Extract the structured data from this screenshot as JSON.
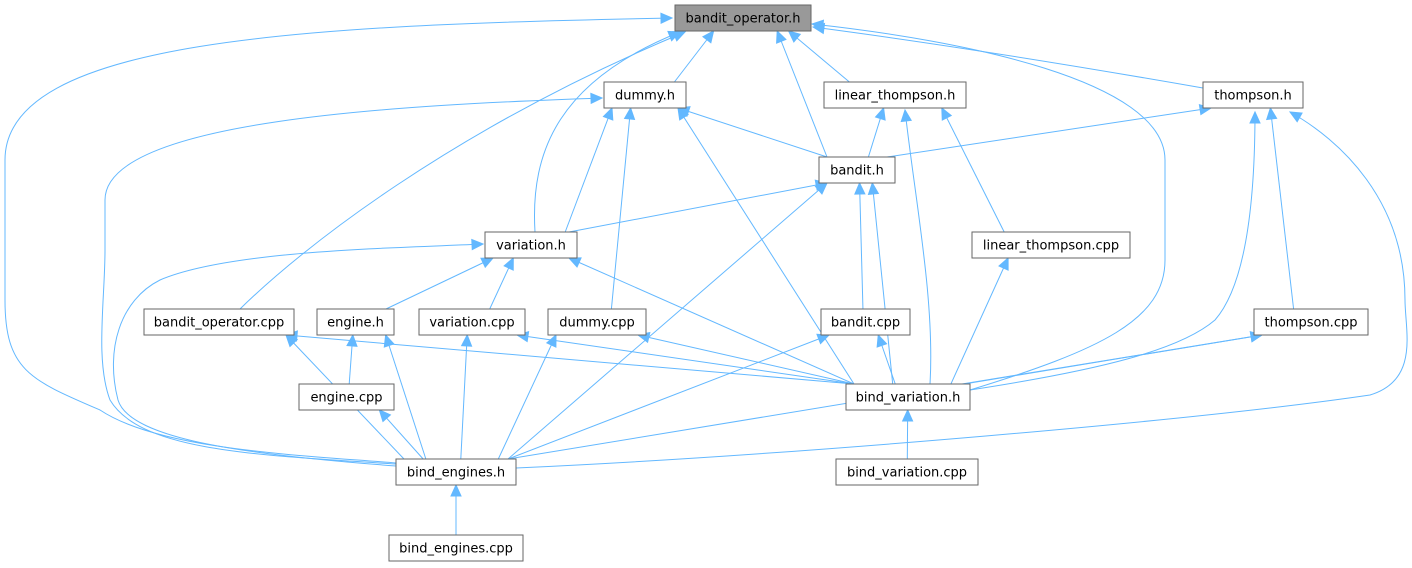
{
  "diagram": {
    "nodes": [
      {
        "id": "bandit_operator_h",
        "label": "bandit_operator.h",
        "highlight": true
      },
      {
        "id": "dummy_h",
        "label": "dummy.h"
      },
      {
        "id": "linear_thompson_h",
        "label": "linear_thompson.h"
      },
      {
        "id": "thompson_h",
        "label": "thompson.h"
      },
      {
        "id": "bandit_h",
        "label": "bandit.h"
      },
      {
        "id": "variation_h",
        "label": "variation.h"
      },
      {
        "id": "linear_thompson_cpp",
        "label": "linear_thompson.cpp"
      },
      {
        "id": "bandit_operator_cpp",
        "label": "bandit_operator.cpp"
      },
      {
        "id": "engine_h",
        "label": "engine.h"
      },
      {
        "id": "variation_cpp",
        "label": "variation.cpp"
      },
      {
        "id": "dummy_cpp",
        "label": "dummy.cpp"
      },
      {
        "id": "bandit_cpp",
        "label": "bandit.cpp"
      },
      {
        "id": "thompson_cpp",
        "label": "thompson.cpp"
      },
      {
        "id": "engine_cpp",
        "label": "engine.cpp"
      },
      {
        "id": "bind_variation_h",
        "label": "bind_variation.h"
      },
      {
        "id": "bind_engines_h",
        "label": "bind_engines.h"
      },
      {
        "id": "bind_variation_cpp",
        "label": "bind_variation.cpp"
      },
      {
        "id": "bind_engines_cpp",
        "label": "bind_engines.cpp"
      }
    ],
    "edges": [
      {
        "from": "dummy_h",
        "to": "bandit_operator_h"
      },
      {
        "from": "linear_thompson_h",
        "to": "bandit_operator_h"
      },
      {
        "from": "thompson_h",
        "to": "bandit_operator_h"
      },
      {
        "from": "bandit_h",
        "to": "bandit_operator_h"
      },
      {
        "from": "variation_h",
        "to": "bandit_operator_h"
      },
      {
        "from": "bandit_operator_cpp",
        "to": "bandit_operator_h"
      },
      {
        "from": "bind_variation_h",
        "to": "bandit_operator_h"
      },
      {
        "from": "bind_engines_h",
        "to": "bandit_operator_h"
      },
      {
        "from": "bandit_h",
        "to": "dummy_h"
      },
      {
        "from": "variation_h",
        "to": "dummy_h"
      },
      {
        "from": "dummy_cpp",
        "to": "dummy_h"
      },
      {
        "from": "bind_variation_h",
        "to": "dummy_h"
      },
      {
        "from": "bind_engines_h",
        "to": "dummy_h"
      },
      {
        "from": "bandit_h",
        "to": "linear_thompson_h"
      },
      {
        "from": "linear_thompson_cpp",
        "to": "linear_thompson_h"
      },
      {
        "from": "bind_variation_h",
        "to": "linear_thompson_h"
      },
      {
        "from": "bandit_h",
        "to": "thompson_h"
      },
      {
        "from": "thompson_cpp",
        "to": "thompson_h"
      },
      {
        "from": "bind_variation_h",
        "to": "thompson_h"
      },
      {
        "from": "bind_engines_h",
        "to": "thompson_h"
      },
      {
        "from": "variation_h",
        "to": "bandit_h"
      },
      {
        "from": "bandit_cpp",
        "to": "bandit_h"
      },
      {
        "from": "bind_variation_h",
        "to": "bandit_h"
      },
      {
        "from": "bind_engines_h",
        "to": "bandit_h"
      },
      {
        "from": "engine_h",
        "to": "variation_h"
      },
      {
        "from": "variation_cpp",
        "to": "variation_h"
      },
      {
        "from": "bind_variation_h",
        "to": "variation_h"
      },
      {
        "from": "bind_engines_h",
        "to": "variation_h"
      },
      {
        "from": "bind_variation_h",
        "to": "linear_thompson_cpp"
      },
      {
        "from": "bind_variation_h",
        "to": "bandit_operator_cpp"
      },
      {
        "from": "bind_engines_h",
        "to": "bandit_operator_cpp"
      },
      {
        "from": "engine_cpp",
        "to": "engine_h"
      },
      {
        "from": "bind_engines_h",
        "to": "engine_h"
      },
      {
        "from": "bind_variation_h",
        "to": "variation_cpp"
      },
      {
        "from": "bind_engines_h",
        "to": "variation_cpp"
      },
      {
        "from": "bind_variation_h",
        "to": "dummy_cpp"
      },
      {
        "from": "bind_engines_h",
        "to": "dummy_cpp"
      },
      {
        "from": "bind_variation_h",
        "to": "bandit_cpp"
      },
      {
        "from": "bind_engines_h",
        "to": "bandit_cpp"
      },
      {
        "from": "bind_variation_h",
        "to": "thompson_cpp"
      },
      {
        "from": "bind_engines_h",
        "to": "thompson_cpp"
      },
      {
        "from": "bind_engines_h",
        "to": "engine_cpp"
      },
      {
        "from": "bind_variation_cpp",
        "to": "bind_variation_h"
      },
      {
        "from": "bind_engines_cpp",
        "to": "bind_engines_h"
      }
    ]
  },
  "colors": {
    "edge": "#63b8ff",
    "node_border": "#666666",
    "highlight_fill": "#999999"
  }
}
